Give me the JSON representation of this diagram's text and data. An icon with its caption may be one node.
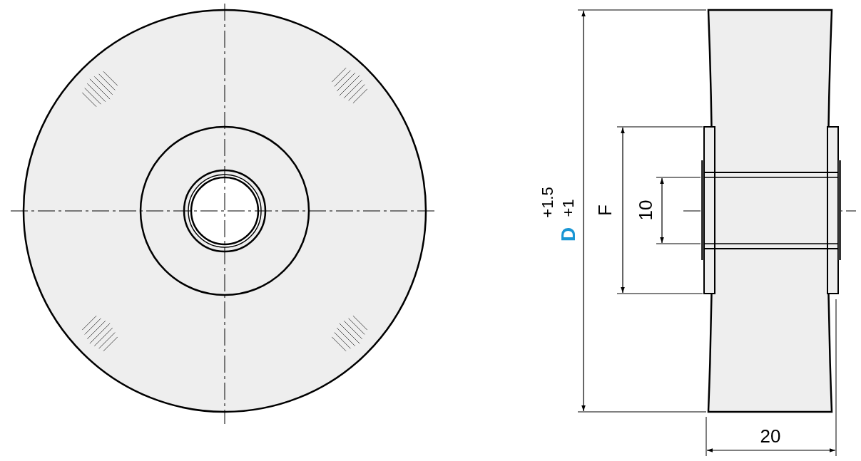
{
  "diagram": {
    "labels": [
      "+1.5",
      "+1",
      "D",
      "F",
      "10",
      "20"
    ]
  }
}
